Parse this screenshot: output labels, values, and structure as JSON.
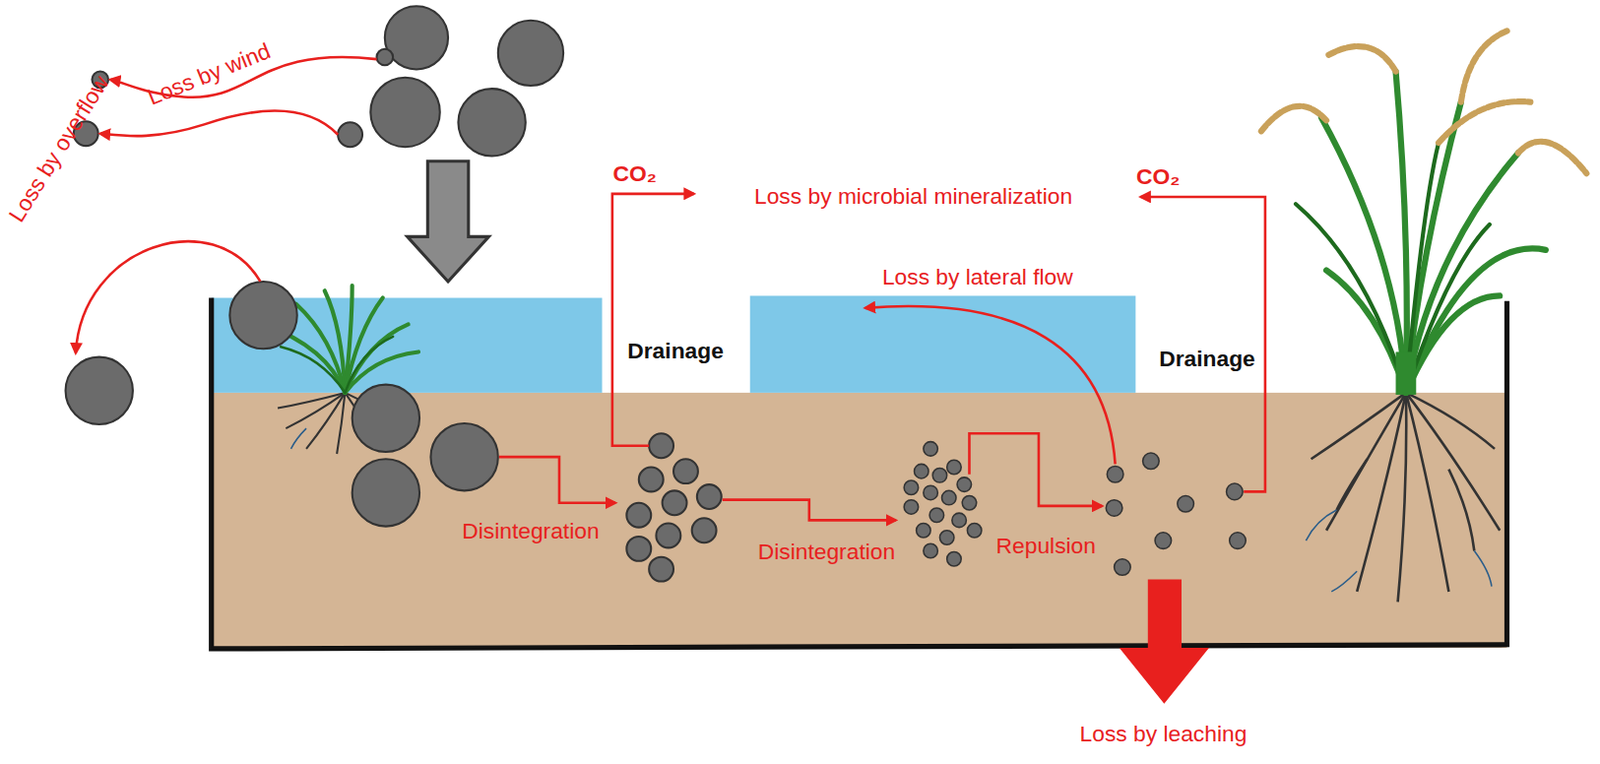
{
  "diagram": {
    "labels": [
      "Loss by wind",
      "Loss by overflow",
      "CO₂",
      "Loss by microbial mineralization",
      "CO₂",
      "Loss by lateral flow",
      "Drainage",
      "Drainage",
      "Disintegration",
      "Disintegration",
      "Repulsion",
      "Loss by leaching"
    ]
  }
}
